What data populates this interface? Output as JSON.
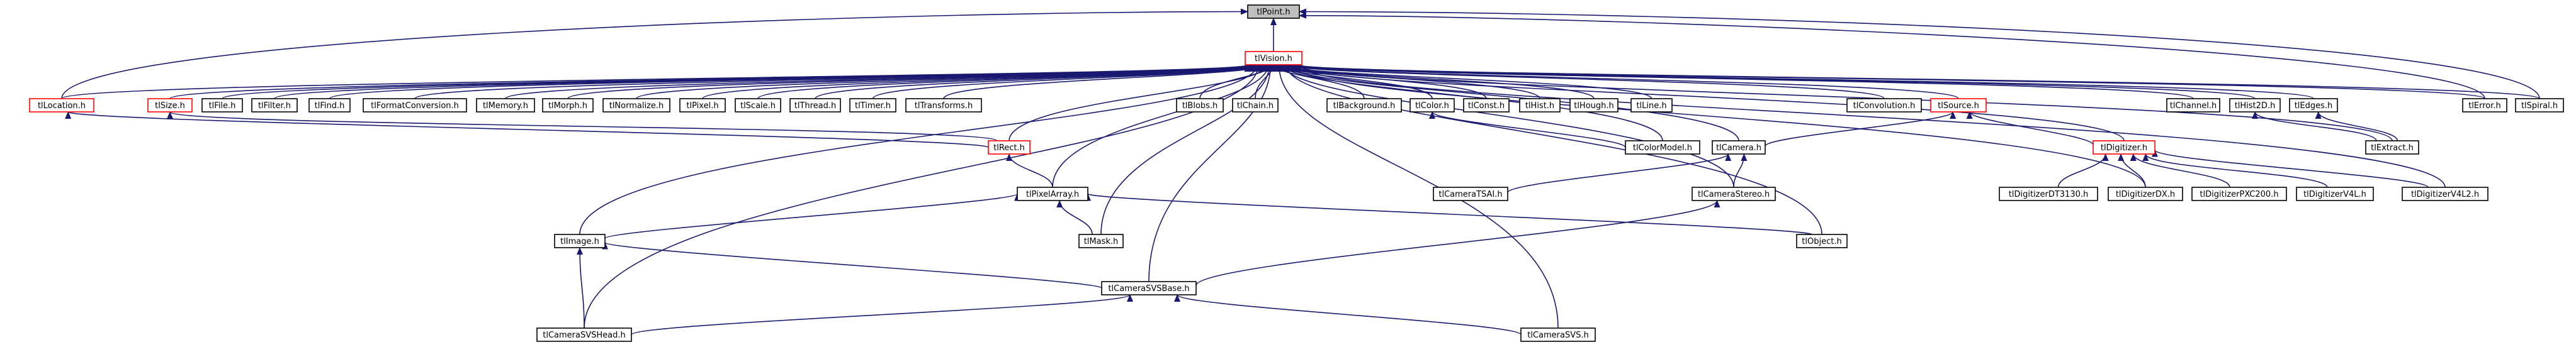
{
  "colors": {
    "edge": "#191970",
    "node_border": "#000000",
    "highlight_border": "#ff0000",
    "root_fill": "#bfbfbf",
    "node_fill": "#ffffff",
    "text": "#000000"
  },
  "nodes": {
    "tlPoint": "tlPoint.h",
    "tlVision": "tlVision.h",
    "tlLocation": "tlLocation.h",
    "tlSize": "tlSize.h",
    "tlFile": "tlFile.h",
    "tlFilter": "tlFilter.h",
    "tlFind": "tlFind.h",
    "tlFormatConversion": "tlFormatConversion.h",
    "tlMemory": "tlMemory.h",
    "tlMorph": "tlMorph.h",
    "tlNormalize": "tlNormalize.h",
    "tlPixel": "tlPixel.h",
    "tlScale": "tlScale.h",
    "tlThread": "tlThread.h",
    "tlTimer": "tlTimer.h",
    "tlTransforms": "tlTransforms.h",
    "tlBlobs": "tlBlobs.h",
    "tlChain": "tlChain.h",
    "tlBackground": "tlBackground.h",
    "tlColor": "tlColor.h",
    "tlConst": "tlConst.h",
    "tlHist": "tlHist.h",
    "tlHough": "tlHough.h",
    "tlLine": "tlLine.h",
    "tlConvolution": "tlConvolution.h",
    "tlSource": "tlSource.h",
    "tlChannel": "tlChannel.h",
    "tlHist2D": "tlHist2D.h",
    "tlEdges": "tlEdges.h",
    "tlError": "tlError.h",
    "tlSpiral": "tlSpiral.h",
    "tlRect": "tlRect.h",
    "tlColorModel": "tlColorModel.h",
    "tlCamera": "tlCamera.h",
    "tlDigitizer": "tlDigitizer.h",
    "tlExtract": "tlExtract.h",
    "tlPixelArray": "tlPixelArray.h",
    "tlCameraTSAI": "tlCameraTSAI.h",
    "tlCameraStereo": "tlCameraStereo.h",
    "tlDigitizerDT3130": "tlDigitizerDT3130.h",
    "tlDigitizerDX": "tlDigitizerDX.h",
    "tlDigitizerPXC200": "tlDigitizerPXC200.h",
    "tlDigitizerV4L": "tlDigitizerV4L.h",
    "tlDigitizerV4L2": "tlDigitizerV4L2.h",
    "tlImage": "tlImage.h",
    "tlMask": "tlMask.h",
    "tlObject": "tlObject.h",
    "tlCameraSVSBase": "tlCameraSVSBase.h",
    "tlCameraSVSHead": "tlCameraSVSHead.h",
    "tlCameraSVS": "tlCameraSVS.h"
  }
}
